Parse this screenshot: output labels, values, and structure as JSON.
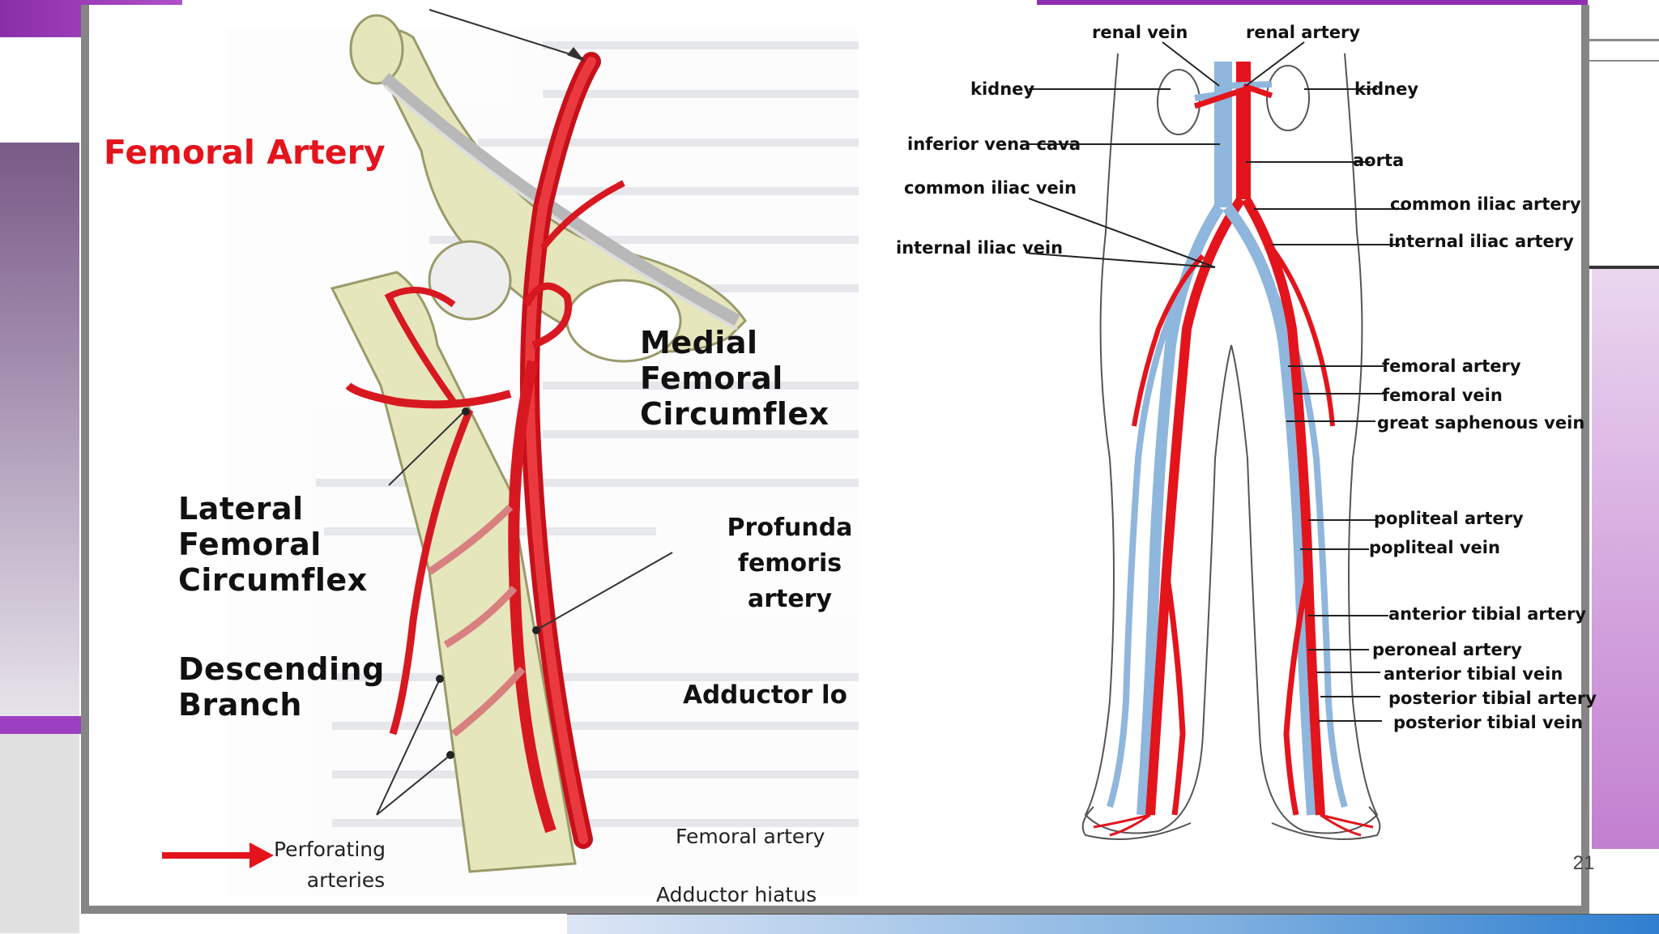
{
  "slide": {
    "page_number": "21"
  },
  "femoral_figure": {
    "title": "Femoral Artery",
    "labels": {
      "medial": [
        "Medial",
        "Femoral",
        "Circumflex"
      ],
      "lateral": [
        "Lateral",
        "Femoral",
        "Circumflex"
      ],
      "descending": [
        "Descending",
        "Branch"
      ],
      "profunda": [
        "Profunda",
        "femoris",
        "artery"
      ],
      "adductor_longus": "Adductor lo",
      "femoral_artery": "Femoral artery",
      "adductor_hiatus": "Adductor hiatus",
      "perforating": [
        "Perforating",
        "arteries"
      ]
    }
  },
  "legs_figure": {
    "labels": {
      "renal_vein": "renal vein",
      "renal_artery": "renal artery",
      "kidney_left": "kidney",
      "kidney_right": "kidney",
      "inferior_vena_cava": "inferior vena cava",
      "aorta": "aorta",
      "common_iliac_vein": "common iliac vein",
      "common_iliac_artery": "common iliac artery",
      "internal_iliac_vein": "internal iliac vein",
      "internal_iliac_artery": "internal iliac artery",
      "femoral_artery": "femoral artery",
      "femoral_vein": "femoral vein",
      "great_saphenous_vein": "great saphenous vein",
      "popliteal_artery": "popliteal artery",
      "popliteal_vein": "popliteal vein",
      "anterior_tibial_artery": "anterior tibial artery",
      "peroneal_artery": "peroneal artery",
      "anterior_tibial_vein": "anterior tibial vein",
      "posterior_tibial_artery": "posterior tibial artery",
      "posterior_tibial_vein": "posterior tibial vein"
    }
  },
  "colors": {
    "artery": "#e3141c",
    "vein": "#8fb6dc",
    "bone": "#e6e6bd",
    "frame": "#858585",
    "accent": "#9c3fc0"
  }
}
